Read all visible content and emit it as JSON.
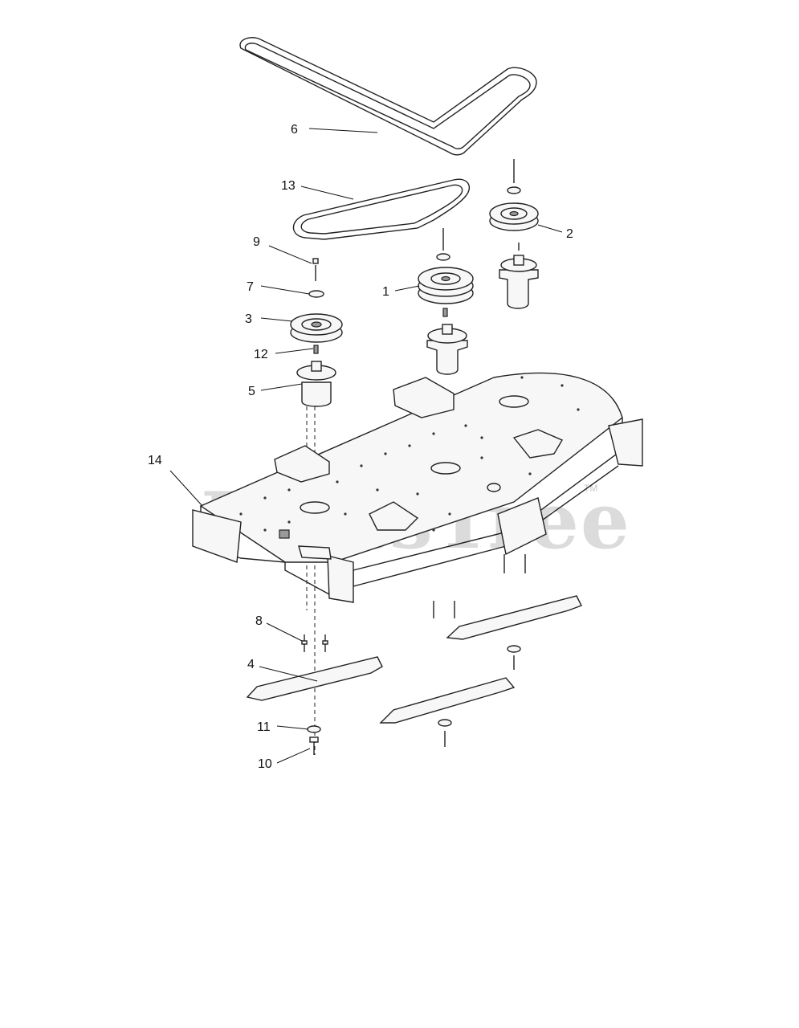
{
  "diagram": {
    "watermark": "PartsTree",
    "watermark_mark": "TM",
    "callouts": [
      {
        "id": "6",
        "label": "6"
      },
      {
        "id": "13",
        "label": "13"
      },
      {
        "id": "2",
        "label": "2"
      },
      {
        "id": "9",
        "label": "9"
      },
      {
        "id": "1",
        "label": "1"
      },
      {
        "id": "7",
        "label": "7"
      },
      {
        "id": "3",
        "label": "3"
      },
      {
        "id": "12",
        "label": "12"
      },
      {
        "id": "5",
        "label": "5"
      },
      {
        "id": "14",
        "label": "14"
      },
      {
        "id": "8",
        "label": "8"
      },
      {
        "id": "4",
        "label": "4"
      },
      {
        "id": "11",
        "label": "11"
      },
      {
        "id": "10",
        "label": "10"
      }
    ]
  }
}
